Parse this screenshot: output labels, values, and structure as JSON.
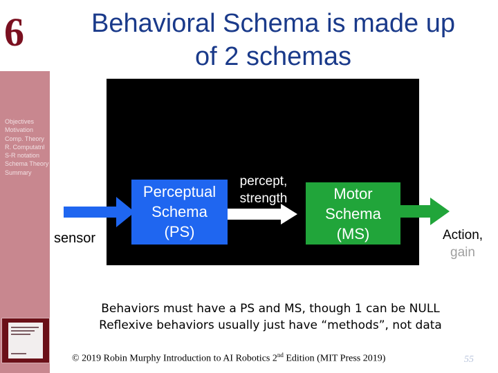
{
  "chapter_number": "6",
  "title_line1": "Behavioral Schema is made up",
  "title_line2": "of 2 schemas",
  "nav_items": [
    "Objectives",
    "Motivation",
    "Comp. Theory",
    "R. Computatnl",
    "S-R notation",
    "Schema Theory",
    "Summary"
  ],
  "diagram": {
    "perceptual_schema": [
      "Perceptual",
      "Schema",
      "(PS)"
    ],
    "motor_schema": [
      "Motor",
      "Schema",
      "(MS)"
    ],
    "connection_label": [
      "percept,",
      "strength"
    ],
    "input_label": "sensor",
    "output_label": "Action,",
    "output_label2": "gain"
  },
  "caption_line1": "Behaviors must have a PS and MS, though 1 can be NULL",
  "caption_line2": "Reflexive behaviors usually just have “methods”, not data",
  "footer_before": "© 2019 Robin Murphy Introduction to AI Robotics 2",
  "footer_sup": "nd",
  "footer_after": " Edition (MIT Press 2019)",
  "page_number": "55",
  "colors": {
    "title": "#1a3a8a",
    "sidebar": "#c8878f",
    "perceptual_schema": "#1f66f0",
    "motor_schema": "#21a53a",
    "panel": "#000000"
  }
}
